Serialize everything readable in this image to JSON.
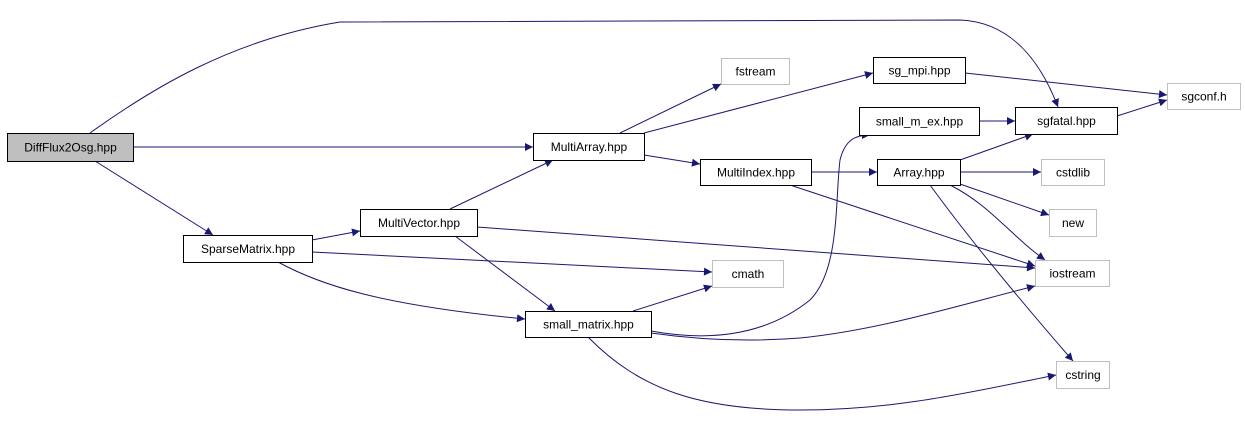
{
  "graph": {
    "title": "Include dependency graph for DiffFlux2Osg.hpp",
    "colors": {
      "edge": "#191970",
      "node_border": "#000000",
      "external_border": "#bfbfbf",
      "root_fill": "#bfbfbf",
      "node_fill": "#ffffff"
    },
    "nodes": [
      {
        "id": "DiffFlux2Osg",
        "label": "DiffFlux2Osg.hpp",
        "kind": "root"
      },
      {
        "id": "SparseMatrix",
        "label": "SparseMatrix.hpp",
        "kind": "local"
      },
      {
        "id": "MultiVector",
        "label": "MultiVector.hpp",
        "kind": "local"
      },
      {
        "id": "MultiArray",
        "label": "MultiArray.hpp",
        "kind": "local"
      },
      {
        "id": "MultiIndex",
        "label": "MultiIndex.hpp",
        "kind": "local"
      },
      {
        "id": "fstream",
        "label": "fstream",
        "kind": "external"
      },
      {
        "id": "sg_mpi",
        "label": "sg_mpi.hpp",
        "kind": "local"
      },
      {
        "id": "small_m_ex",
        "label": "small_m_ex.hpp",
        "kind": "local"
      },
      {
        "id": "sgfatal",
        "label": "sgfatal.hpp",
        "kind": "local"
      },
      {
        "id": "sgconf",
        "label": "sgconf.h",
        "kind": "external"
      },
      {
        "id": "Array",
        "label": "Array.hpp",
        "kind": "local"
      },
      {
        "id": "cstdlib",
        "label": "cstdlib",
        "kind": "external"
      },
      {
        "id": "new",
        "label": "new",
        "kind": "external"
      },
      {
        "id": "iostream",
        "label": "iostream",
        "kind": "external"
      },
      {
        "id": "cmath",
        "label": "cmath",
        "kind": "external"
      },
      {
        "id": "small_matrix",
        "label": "small_matrix.hpp",
        "kind": "local"
      },
      {
        "id": "cstring",
        "label": "cstring",
        "kind": "external"
      }
    ],
    "edges": [
      {
        "from": "DiffFlux2Osg",
        "to": "sgfatal"
      },
      {
        "from": "DiffFlux2Osg",
        "to": "MultiArray"
      },
      {
        "from": "DiffFlux2Osg",
        "to": "SparseMatrix"
      },
      {
        "from": "SparseMatrix",
        "to": "MultiVector"
      },
      {
        "from": "SparseMatrix",
        "to": "cmath"
      },
      {
        "from": "SparseMatrix",
        "to": "small_matrix"
      },
      {
        "from": "MultiVector",
        "to": "MultiArray"
      },
      {
        "from": "MultiVector",
        "to": "iostream"
      },
      {
        "from": "MultiVector",
        "to": "small_matrix"
      },
      {
        "from": "MultiArray",
        "to": "fstream"
      },
      {
        "from": "MultiArray",
        "to": "sg_mpi"
      },
      {
        "from": "MultiArray",
        "to": "MultiIndex"
      },
      {
        "from": "MultiIndex",
        "to": "Array"
      },
      {
        "from": "MultiIndex",
        "to": "iostream"
      },
      {
        "from": "sg_mpi",
        "to": "sgconf"
      },
      {
        "from": "small_m_ex",
        "to": "sgfatal"
      },
      {
        "from": "sgfatal",
        "to": "sgconf"
      },
      {
        "from": "Array",
        "to": "sgfatal"
      },
      {
        "from": "Array",
        "to": "cstdlib"
      },
      {
        "from": "Array",
        "to": "new"
      },
      {
        "from": "Array",
        "to": "iostream"
      },
      {
        "from": "Array",
        "to": "cstring"
      },
      {
        "from": "small_matrix",
        "to": "cmath"
      },
      {
        "from": "small_matrix",
        "to": "small_m_ex"
      },
      {
        "from": "small_matrix",
        "to": "iostream"
      },
      {
        "from": "small_matrix",
        "to": "cstring"
      }
    ]
  }
}
